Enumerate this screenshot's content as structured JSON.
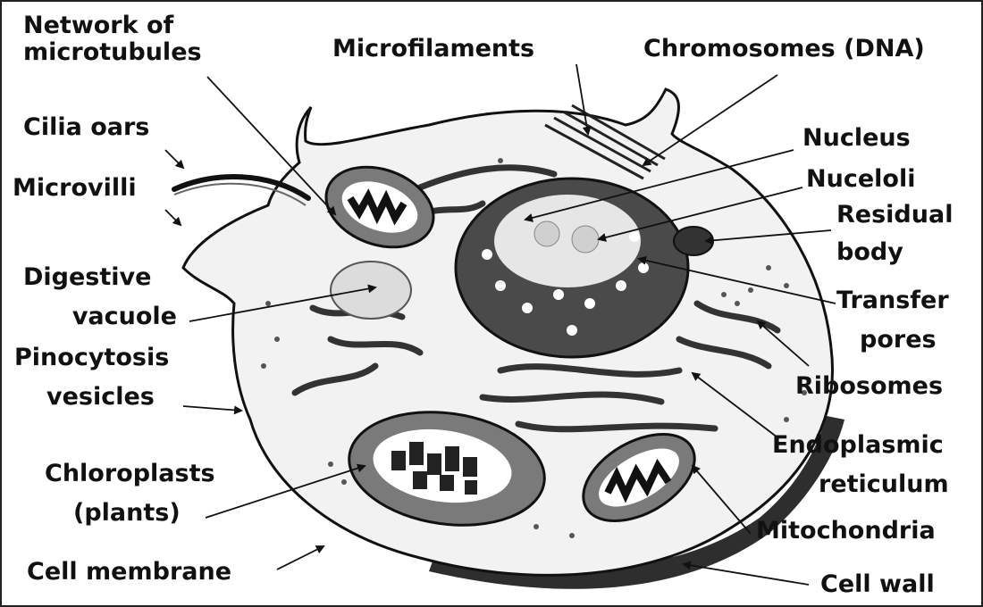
{
  "labels": {
    "network_of_microtubules": [
      "Network of",
      "microtubules"
    ],
    "microfilaments": "Microfilaments",
    "chromosomes": "Chromosomes (DNA)",
    "cilia_oars": "Cilia oars",
    "microvilli": "Microvilli",
    "nucleus": "Nucleus",
    "nucleoli": "Nuceloli",
    "residual_body": [
      "Residual",
      "body"
    ],
    "digestive_vacuole": [
      "Digestive",
      "vacuole"
    ],
    "transfer_pores": [
      "Transfer",
      "pores"
    ],
    "pinocytosis_vesicles": [
      "Pinocytosis",
      "vesicles"
    ],
    "ribosomes": "Ribosomes",
    "endoplasmic_reticulum": [
      "Endoplasmic",
      "reticulum"
    ],
    "chloroplasts": [
      "Chloroplasts",
      "(plants)"
    ],
    "mitochondria": "Mitochondria",
    "cell_membrane": "Cell membrane",
    "cell_wall": "Cell wall"
  },
  "colors": {
    "ink": "#111111",
    "cytoplasm": "#f2f2f2",
    "nucleus_fill": "#4a4a4a",
    "nucleolus_area": "#e6e6e6",
    "cell_wall": "#2e2e2e",
    "organelle_fill": "#7a7a7a"
  }
}
